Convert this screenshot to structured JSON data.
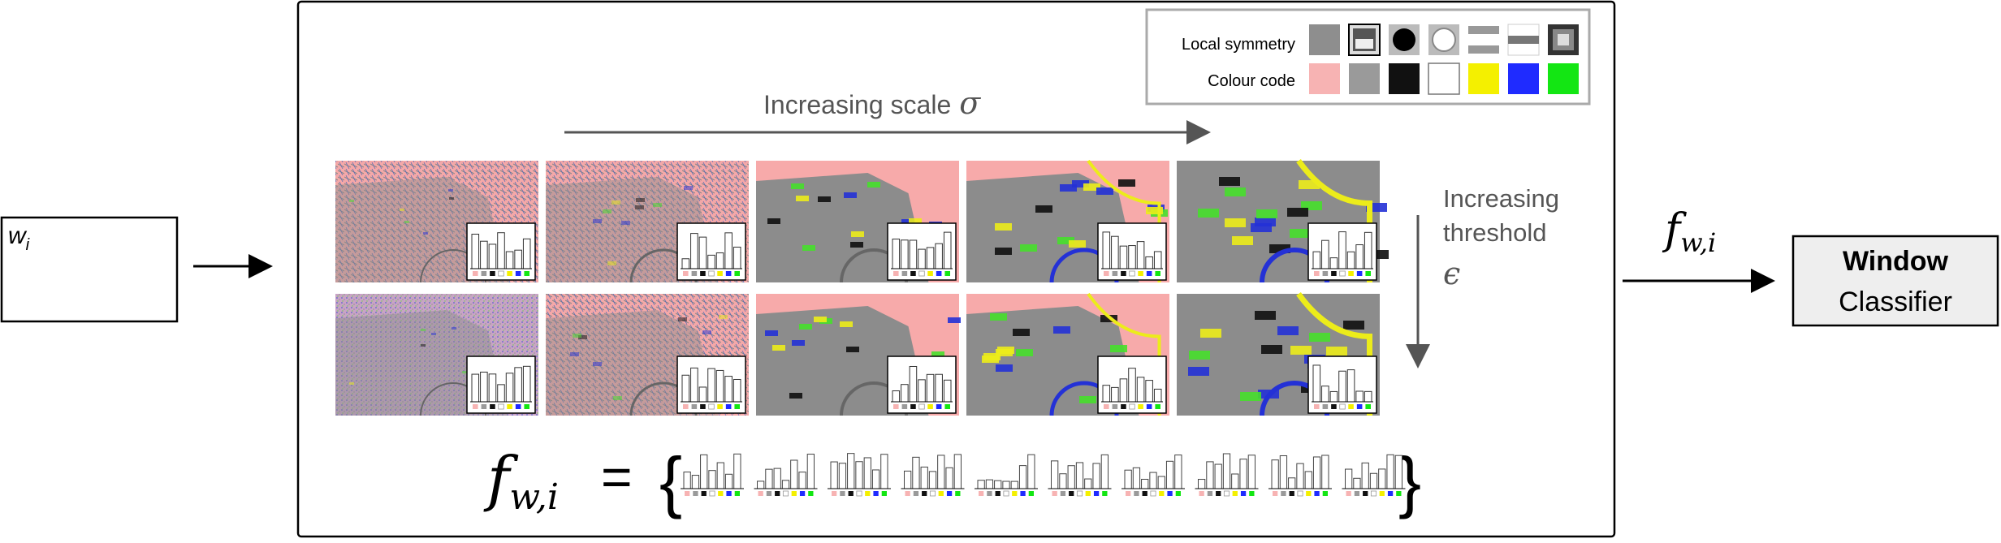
{
  "input_window": {
    "label": "w",
    "subscript": "i"
  },
  "main_box": {
    "scale_label": "Increasing scale",
    "scale_symbol": "σ",
    "threshold_label_line1": "Increasing",
    "threshold_label_line2": "threshold",
    "threshold_symbol": "ϵ",
    "legend": {
      "row1_label": "Local symmetry",
      "row2_label": "Colour code",
      "symmetry_icons": [
        "flat-grey-icon",
        "dark-blob-icon",
        "dark-ring-icon",
        "light-ring-icon",
        "horizontal-band-icon",
        "horizontal-line-icon",
        "dark-square-icon"
      ],
      "colours": [
        "#f7b3b3",
        "#9a9a9a",
        "#111111",
        "#ffffff",
        "#f4f000",
        "#1f2bff",
        "#13e613"
      ]
    },
    "images": {
      "rows": 2,
      "columns": 5,
      "colour_code": [
        "#f7aaaa",
        "#8c8c8c",
        "#101010",
        "#ffffff",
        "#ecec1a",
        "#2431d6",
        "#46df2b"
      ],
      "background_hint": "pink car texture maps with symmetry classes"
    },
    "feature_equation": {
      "lhs": "f",
      "lhs_sub": "w,i",
      "equals": "=",
      "open": "{",
      "close": "}",
      "histogram_count": 10
    }
  },
  "output": {
    "feature_label": "f",
    "feature_sub": "w,i",
    "classifier_line1": "Window",
    "classifier_line2": "Classifier"
  }
}
